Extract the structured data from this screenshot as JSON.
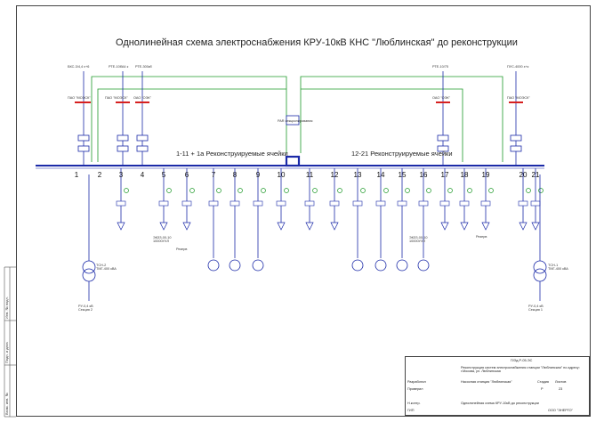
{
  "title": "Однолинейная схема электроснабжения    КРУ-10кВ  КНС \"Люблинская\" до реконструкции",
  "bus": {
    "label_left": "1-11 + 1а Реконструируемые  ячейки",
    "label_right": "12-21 Реконструируемые  ячейки",
    "sectionalizer": "PAR секционирования"
  },
  "cells": [
    "1",
    "2",
    "3",
    "4",
    "5",
    "6",
    "7",
    "8",
    "9",
    "10",
    "11",
    "12",
    "13",
    "14",
    "15",
    "16",
    "17",
    "18",
    "19",
    "20",
    "21"
  ],
  "feeders": {
    "top_left_1": "БКС-3/4,4 x+6",
    "top_left_2": "РТЕ-10бА4 к",
    "top_left_3": "РТЕ-300кб",
    "top_right_1": "РТЕ-10/75",
    "top_right_2": "ПУС-4000 з+к",
    "orgs": [
      "ПАО \"МОЭСК\"",
      "ПАО \"МОЭСК\"",
      "ОАО \"ОЭК\"",
      "ОАО \"ОЭК\"",
      "ПАО \"МОЭСК\""
    ]
  },
  "transformers": {
    "t2": "ТСН-2\nТМГ-400 кВА",
    "t1": "ТСН-1\nТМГ-400 кВА",
    "ru_left": "РУ-0,4 кВ\nСекция 2",
    "ru_right": "РУ-0,4 кВ\nСекция 1"
  },
  "loads": {
    "reserve_left": "Резерв",
    "reserve_right": "Резерв",
    "motor_left": "ЭКЗЗ-00-10\n10000УХЛ",
    "motor_right": "ЭКЗЗ-00-10\n10000УХЛ"
  },
  "stamp": {
    "code": "П/Зд-Р-05-ЭС",
    "desc": "Реконструкция систем электроснабжения станции \"Люблинская\" по адресу: г.Москва, ул. Люблинская",
    "object": "Насосная станция \"Люблинская\"",
    "sheet_label": "Стадия",
    "sheet_value": "Р",
    "sheets_label": "Листов",
    "sheet_num": "23",
    "drawing": "Однолинейная схема КРУ-10кВ до реконструкции",
    "rows": [
      "Разработал",
      "Проверил",
      "Н.контр.",
      "ГИП"
    ],
    "company": "ООО \"ЭНЕРГО\""
  },
  "side_texts": [
    "Инв. № подл.",
    "Подп. и дата",
    "Взам. инв. №"
  ]
}
